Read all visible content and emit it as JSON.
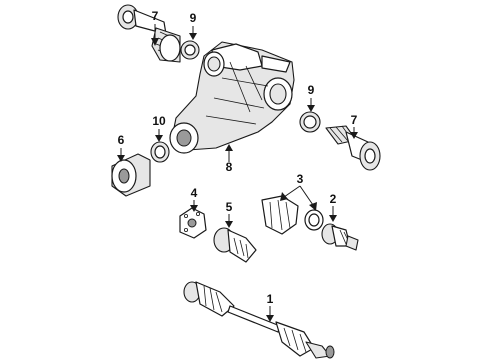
{
  "diagram": {
    "callouts": [
      {
        "id": "callout-1",
        "text": "1"
      },
      {
        "id": "callout-2",
        "text": "2"
      },
      {
        "id": "callout-3",
        "text": "3"
      },
      {
        "id": "callout-4",
        "text": "4"
      },
      {
        "id": "callout-5",
        "text": "5"
      },
      {
        "id": "callout-6",
        "text": "6"
      },
      {
        "id": "callout-7-top",
        "text": "7"
      },
      {
        "id": "callout-7-right",
        "text": "7"
      },
      {
        "id": "callout-8",
        "text": "8"
      },
      {
        "id": "callout-9-top",
        "text": "9"
      },
      {
        "id": "callout-9-right",
        "text": "9"
      },
      {
        "id": "callout-10",
        "text": "10"
      }
    ]
  }
}
